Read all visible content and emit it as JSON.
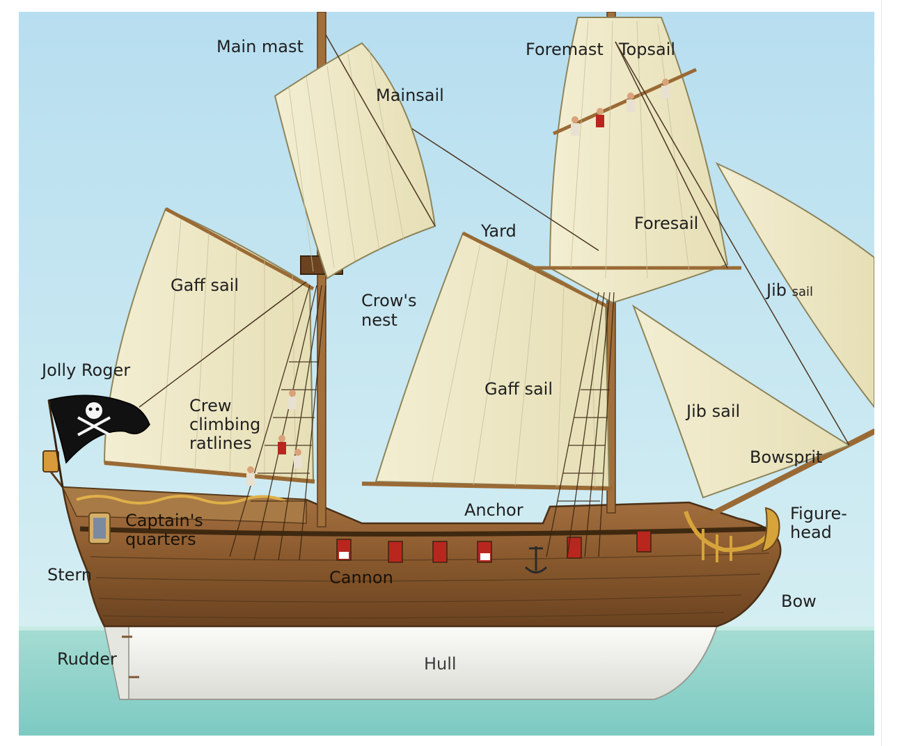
{
  "labels": {
    "main_mast": "Main mast",
    "mainsail": "Mainsail",
    "foremast": "Foremast",
    "topsail": "Topsail",
    "yard": "Yard",
    "foresail": "Foresail",
    "gaff_sail_rear": "Gaff sail",
    "crows_nest_1": "Crow's",
    "crows_nest_2": "nest",
    "jib_sail_upper_word": "Jib",
    "jib_sail_upper_tail": "sail",
    "jolly_roger": "Jolly Roger",
    "crew_1": "Crew",
    "crew_2": "climbing",
    "crew_3": "ratlines",
    "gaff_sail_front": "Gaff sail",
    "jib_sail_lower": "Jib sail",
    "bowsprit": "Bowsprit",
    "anchor": "Anchor",
    "figurehead_1": "Figure-",
    "figurehead_2": "head",
    "captains_1": "Captain's",
    "captains_2": "quarters",
    "stern": "Stern",
    "cannon": "Cannon",
    "bow": "Bow",
    "rudder": "Rudder",
    "hull": "Hull"
  },
  "colors": {
    "sky": "#bfe3ec",
    "sea": "#8fd3cc",
    "sail": "#efe9c6",
    "hull_wood": "#8a5a2e",
    "underbody": "#f1f1ee",
    "flag": "#111111"
  }
}
